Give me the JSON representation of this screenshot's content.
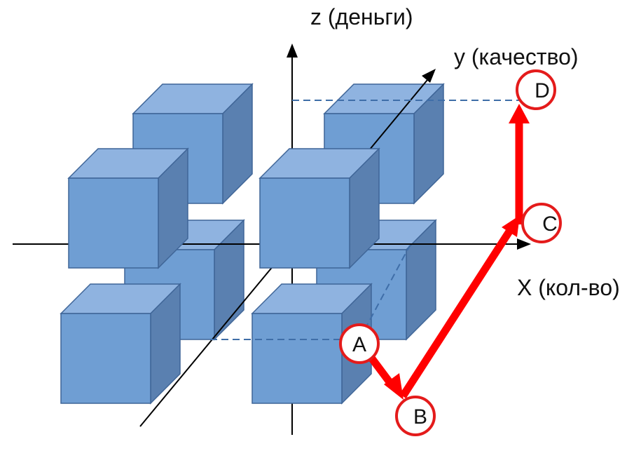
{
  "axes": {
    "x_label": "X (кол-во)",
    "y_label": "y (качество)",
    "z_label": "z (деньги)",
    "axis_color": "#000000"
  },
  "cube_colors": {
    "front": "#6f9ed3",
    "top": "#8fb3e0",
    "side": "#5a80b0",
    "edge": "#3f6597"
  },
  "path": {
    "color": "#ff0000",
    "points": [
      {
        "id": "A",
        "label": "A"
      },
      {
        "id": "B",
        "label": "B"
      },
      {
        "id": "C",
        "label": "C"
      },
      {
        "id": "D",
        "label": "D"
      }
    ],
    "segments": [
      [
        "A",
        "B"
      ],
      [
        "B",
        "C"
      ],
      [
        "C",
        "D"
      ]
    ]
  },
  "guide_line_color": "#3f6ea8"
}
